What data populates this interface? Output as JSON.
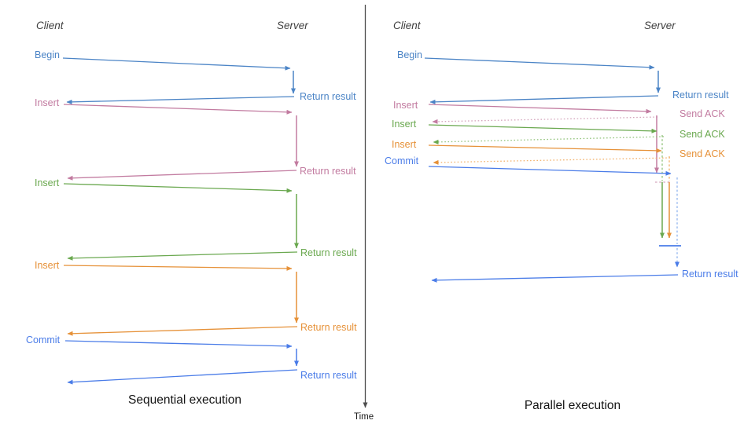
{
  "colors": {
    "begin_blue": "#4b84c6",
    "commit_blue": "#4a7ce8",
    "insert_pink": "#c27ba0",
    "insert_green": "#6aa84f",
    "insert_orange": "#e69138",
    "pink_light": "#d5a6bd",
    "green_light": "#93c47d",
    "orange_light": "#f3b36e",
    "blue_light": "#92b5ee",
    "header_gray": "#3f3f3f",
    "title_black": "#141414",
    "axis_gray": "#4d4d4d"
  },
  "left_panel": {
    "title": "Sequential execution",
    "client_header": "Client",
    "server_header": "Server",
    "rows": [
      {
        "request": "Begin",
        "response": "Return result"
      },
      {
        "request": "Insert",
        "response": "Return result"
      },
      {
        "request": "Insert",
        "response": "Return result"
      },
      {
        "request": "Insert",
        "response": "Return result"
      },
      {
        "request": "Commit",
        "response": "Return result"
      }
    ]
  },
  "right_panel": {
    "title": "Parallel execution",
    "client_header": "Client",
    "server_header": "Server",
    "rows": [
      {
        "request": "Begin",
        "response": "Return result"
      },
      {
        "request": "Insert",
        "response": "Send ACK"
      },
      {
        "request": "Insert",
        "response": "Send ACK"
      },
      {
        "request": "Insert",
        "response": "Send ACK"
      },
      {
        "request": "Commit",
        "response": "Return result"
      }
    ]
  },
  "time_axis": {
    "label": "Time"
  }
}
